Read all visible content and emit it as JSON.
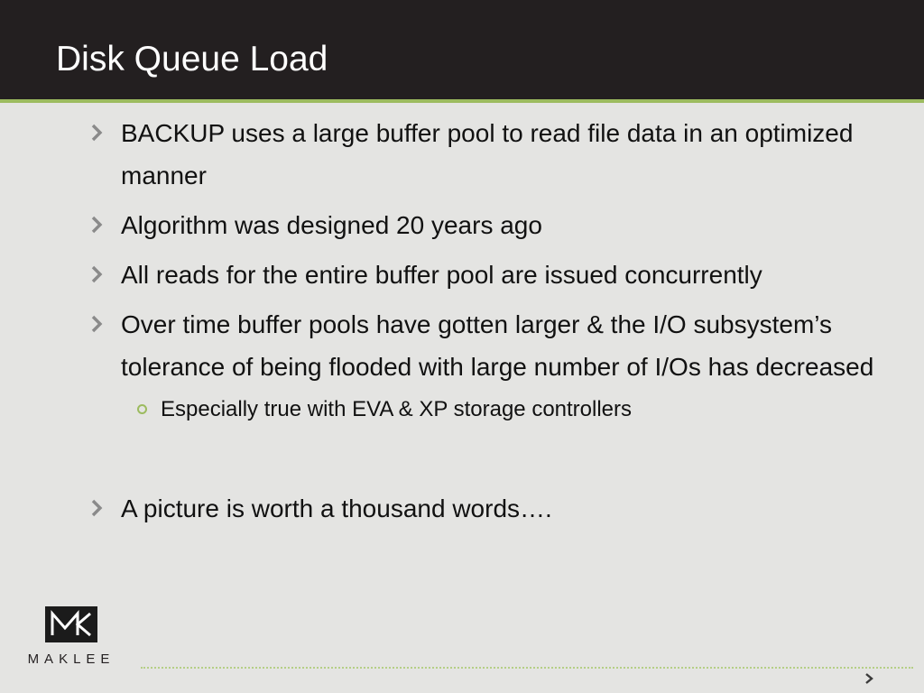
{
  "slide": {
    "title": "Disk Queue Load"
  },
  "bullets": [
    {
      "text": "BACKUP uses a large buffer pool to read file data in an optimized manner"
    },
    {
      "text": "Algorithm was designed 20 years ago"
    },
    {
      "text": "All reads for the entire buffer pool are issued concurrently"
    },
    {
      "text": "Over time buffer pools have gotten larger & the I/O subsystem’s tolerance of being flooded with large number of I/Os has decreased"
    }
  ],
  "sub_bullet": {
    "text": "Especially true with EVA & XP storage controllers"
  },
  "final_bullet": {
    "text": "A picture is worth a thousand words…."
  },
  "logo": {
    "text": "MAKLEE"
  },
  "colors": {
    "title_bar": "#231f20",
    "accent_green": "#9cbb5f",
    "background": "#e4e4e2",
    "chevron": "#8a8a8a"
  },
  "icons": {
    "bullet": "chevron-right-icon",
    "sub_bullet": "ring-bullet-icon",
    "footer": "chevron-right-icon"
  }
}
